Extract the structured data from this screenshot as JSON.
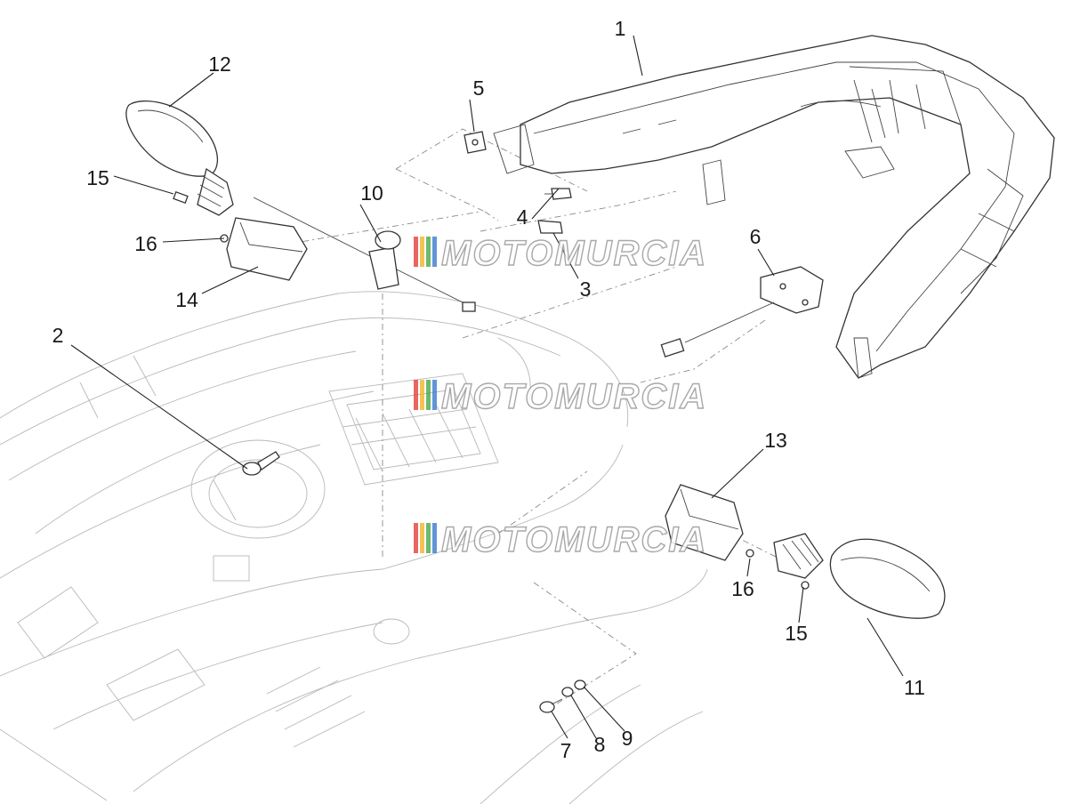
{
  "watermark": {
    "text": "MOTOMURCIA",
    "stripe_colors": [
      "#e3403a",
      "#f2b32b",
      "#4aa84a",
      "#3b7bd0"
    ]
  },
  "callouts": [
    "1",
    "2",
    "3",
    "4",
    "5",
    "6",
    "7",
    "8",
    "9",
    "10",
    "11",
    "12",
    "13",
    "14",
    "15",
    "16",
    "15",
    "16"
  ]
}
